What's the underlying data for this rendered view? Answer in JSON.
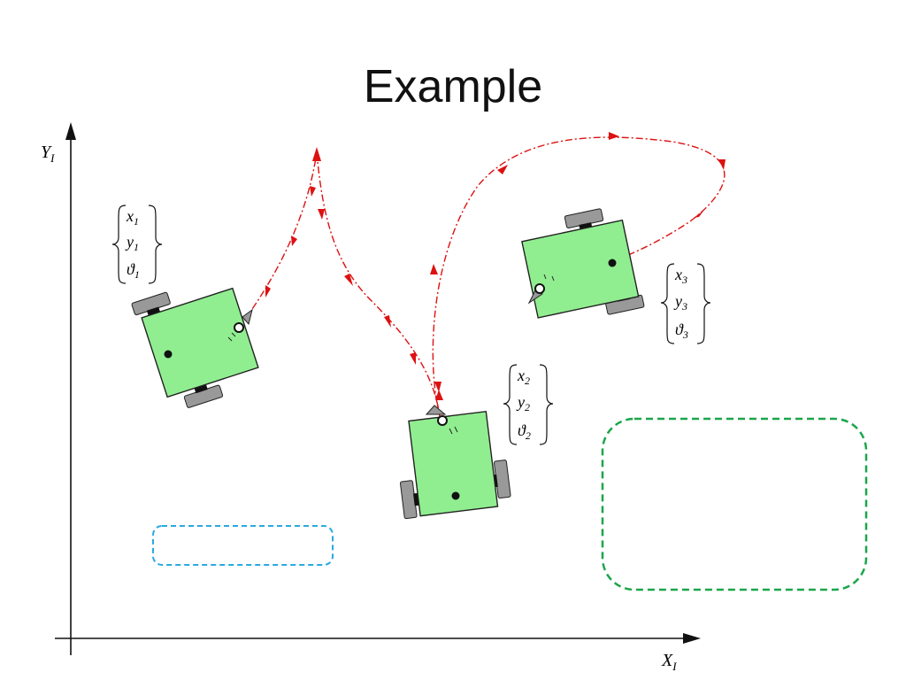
{
  "title": "Example",
  "axes": {
    "y_label": "Y",
    "y_sub": "I",
    "x_label": "X",
    "x_sub": "I"
  },
  "robots": [
    {
      "x": "x",
      "y": "y",
      "theta": "ϑ",
      "index": "1"
    },
    {
      "x": "x",
      "y": "y",
      "theta": "ϑ",
      "index": "2"
    },
    {
      "x": "x",
      "y": "y",
      "theta": "ϑ",
      "index": "3"
    }
  ],
  "colors": {
    "robot_body": "#90ee90",
    "wheel": "#999999",
    "trajectory": "#dd1111",
    "blue_box": "#29a9e0",
    "green_box": "#1aa64a"
  }
}
